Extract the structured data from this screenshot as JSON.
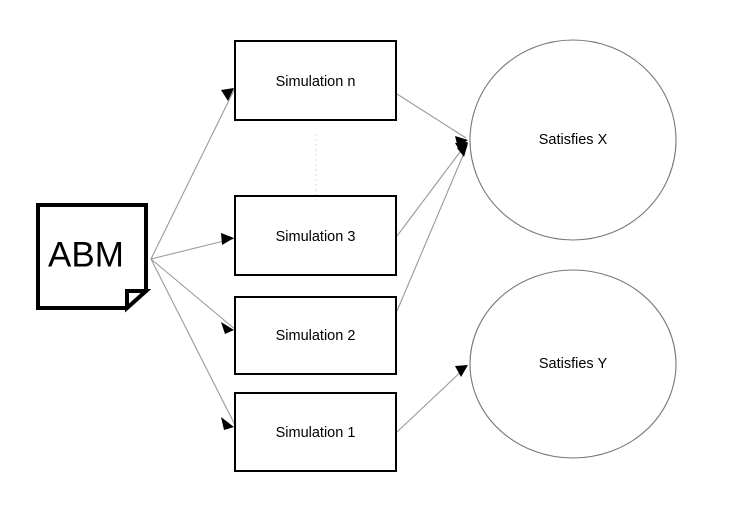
{
  "diagram": {
    "title": "ABM simulation outcome diagram",
    "background_color": "#ffffff",
    "source_node": {
      "label": "ABM",
      "shape": "note",
      "stroke_color": "#000000",
      "fill_color": "#ffffff"
    },
    "simulation_nodes": [
      {
        "label": "Simulation n",
        "shape": "rectangle"
      },
      {
        "label": "Simulation 3",
        "shape": "rectangle"
      },
      {
        "label": "Simulation 2",
        "shape": "rectangle"
      },
      {
        "label": "Simulation 1",
        "shape": "rectangle"
      }
    ],
    "outcome_nodes": [
      {
        "label": "Satisfies X",
        "shape": "circle"
      },
      {
        "label": "Satisfies Y",
        "shape": "circle"
      }
    ],
    "ellipsis": {
      "style": "vertical-dotted-line",
      "color": "#d8d8d8"
    },
    "edge_color": "#9a9a9a",
    "arrowhead_color": "#000000",
    "edges": [
      {
        "from": "ABM",
        "to": "Simulation n"
      },
      {
        "from": "ABM",
        "to": "Simulation 3"
      },
      {
        "from": "ABM",
        "to": "Simulation 2"
      },
      {
        "from": "ABM",
        "to": "Simulation 1"
      },
      {
        "from": "Simulation n",
        "to": "Satisfies X"
      },
      {
        "from": "Simulation 3",
        "to": "Satisfies X"
      },
      {
        "from": "Simulation 2",
        "to": "Satisfies X"
      },
      {
        "from": "Simulation 1",
        "to": "Satisfies Y"
      }
    ]
  }
}
